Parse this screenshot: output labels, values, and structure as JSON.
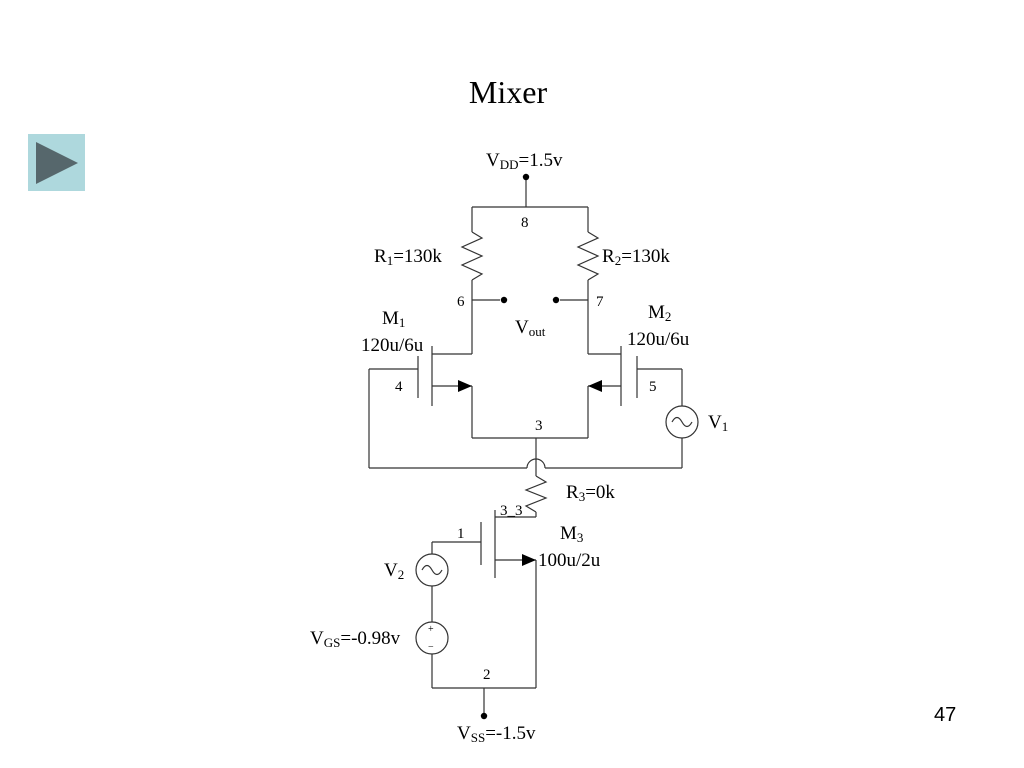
{
  "slide": {
    "title": "Mixer",
    "page_number": "47",
    "play_button_icon": "play-icon"
  },
  "schematic": {
    "vdd": {
      "main": "V",
      "sub": "DD",
      "suffix": "=1.5v"
    },
    "vss": {
      "main": "V",
      "sub": "SS",
      "suffix": "=-1.5v"
    },
    "vgs": {
      "main": "V",
      "sub": "GS",
      "suffix": "=-0.98v"
    },
    "vout": {
      "main": "V",
      "sub": "out"
    },
    "r1": {
      "main": "R",
      "sub": "1",
      "suffix": "=130k"
    },
    "r2": {
      "main": "R",
      "sub": "2",
      "suffix": "=130k"
    },
    "r3": {
      "main": "R",
      "sub": "3",
      "suffix": "=0k"
    },
    "m1": {
      "main": "M",
      "sub": "1",
      "size": "120u/6u"
    },
    "m2": {
      "main": "M",
      "sub": "2",
      "size": "120u/6u"
    },
    "m3": {
      "main": "M",
      "sub": "3",
      "size": "100u/2u"
    },
    "v1": {
      "main": "V",
      "sub": "1"
    },
    "v2": {
      "main": "V",
      "sub": "2"
    },
    "nodes": {
      "n8": "8",
      "n6": "6",
      "n7": "7",
      "n4": "4",
      "n5": "5",
      "n3": "3",
      "n3_3": "3_3",
      "n1": "1",
      "n2": "2"
    },
    "vgs_plus": "+",
    "vgs_minus": "−"
  }
}
